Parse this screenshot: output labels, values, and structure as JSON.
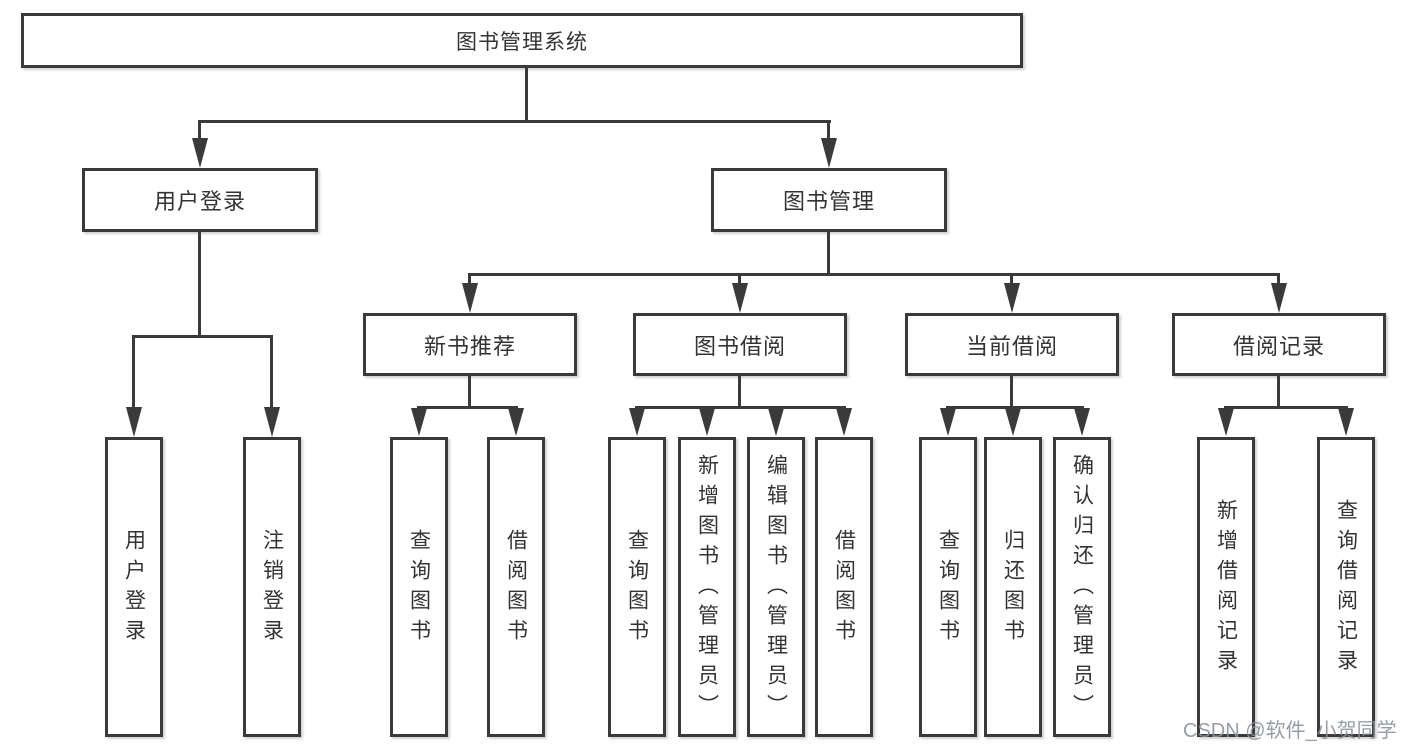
{
  "diagram": {
    "root": {
      "label": "图书管理系统"
    },
    "branches": [
      {
        "label": "用户登录",
        "children": [
          "用户登录",
          "注销登录"
        ]
      },
      {
        "label": "图书管理",
        "modules": [
          {
            "label": "新书推荐",
            "children": [
              "查询图书",
              "借阅图书"
            ]
          },
          {
            "label": "图书借阅",
            "children": [
              "查询图书",
              "新增图书（管理员）",
              "编辑图书（管理员）",
              "借阅图书"
            ]
          },
          {
            "label": "当前借阅",
            "children": [
              "查询图书",
              "归还图书",
              "确认归还（管理员）"
            ]
          },
          {
            "label": "借阅记录",
            "children": [
              "新增借阅记录",
              "查询借阅记录"
            ]
          }
        ]
      }
    ]
  },
  "watermark": "CSDN @软件_小贺同学",
  "colors": {
    "line": "#3a3a3a",
    "text": "#333333",
    "box_background": "#ffffff",
    "watermark": "#8c919b"
  }
}
